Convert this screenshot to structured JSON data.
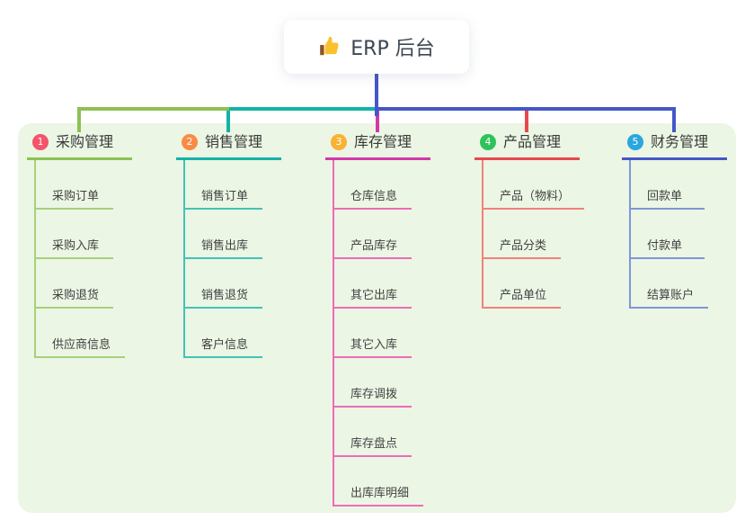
{
  "root": {
    "title": "ERP 后台",
    "icon": "thumbs-up-icon",
    "card_bg": "#ffffff",
    "text_color": "#3d4654"
  },
  "canvas": {
    "background": "#ffffff",
    "panel_bg": "#ebf6e4"
  },
  "connector": {
    "root_color": "#4557c8"
  },
  "branches": [
    {
      "index": "1",
      "label": "采购管理",
      "badge_color": "#f4556a",
      "line_color": "#8dc153",
      "child_line_color": "#a6d07c",
      "children": [
        "采购订单",
        "采购入库",
        "采购退货",
        "供应商信息"
      ]
    },
    {
      "index": "2",
      "label": "销售管理",
      "badge_color": "#f98c45",
      "line_color": "#14b2a6",
      "child_line_color": "#43c2b7",
      "children": [
        "销售订单",
        "销售出库",
        "销售退货",
        "客户信息"
      ]
    },
    {
      "index": "3",
      "label": "库存管理",
      "badge_color": "#f9b234",
      "line_color": "#d238a8",
      "child_line_color": "#ee6cb8",
      "children": [
        "仓库信息",
        "产品库存",
        "其它出库",
        "其它入库",
        "库存调拨",
        "库存盘点",
        "出库库明细"
      ]
    },
    {
      "index": "4",
      "label": "产品管理",
      "badge_color": "#2fc25b",
      "line_color": "#e8494d",
      "child_line_color": "#f4807d",
      "children": [
        "产品（物料）",
        "产品分类",
        "产品单位"
      ]
    },
    {
      "index": "5",
      "label": "财务管理",
      "badge_color": "#29a7de",
      "line_color": "#4557c8",
      "child_line_color": "#7e96d8",
      "children": [
        "回款单",
        "付款单",
        "结算账户"
      ]
    }
  ]
}
